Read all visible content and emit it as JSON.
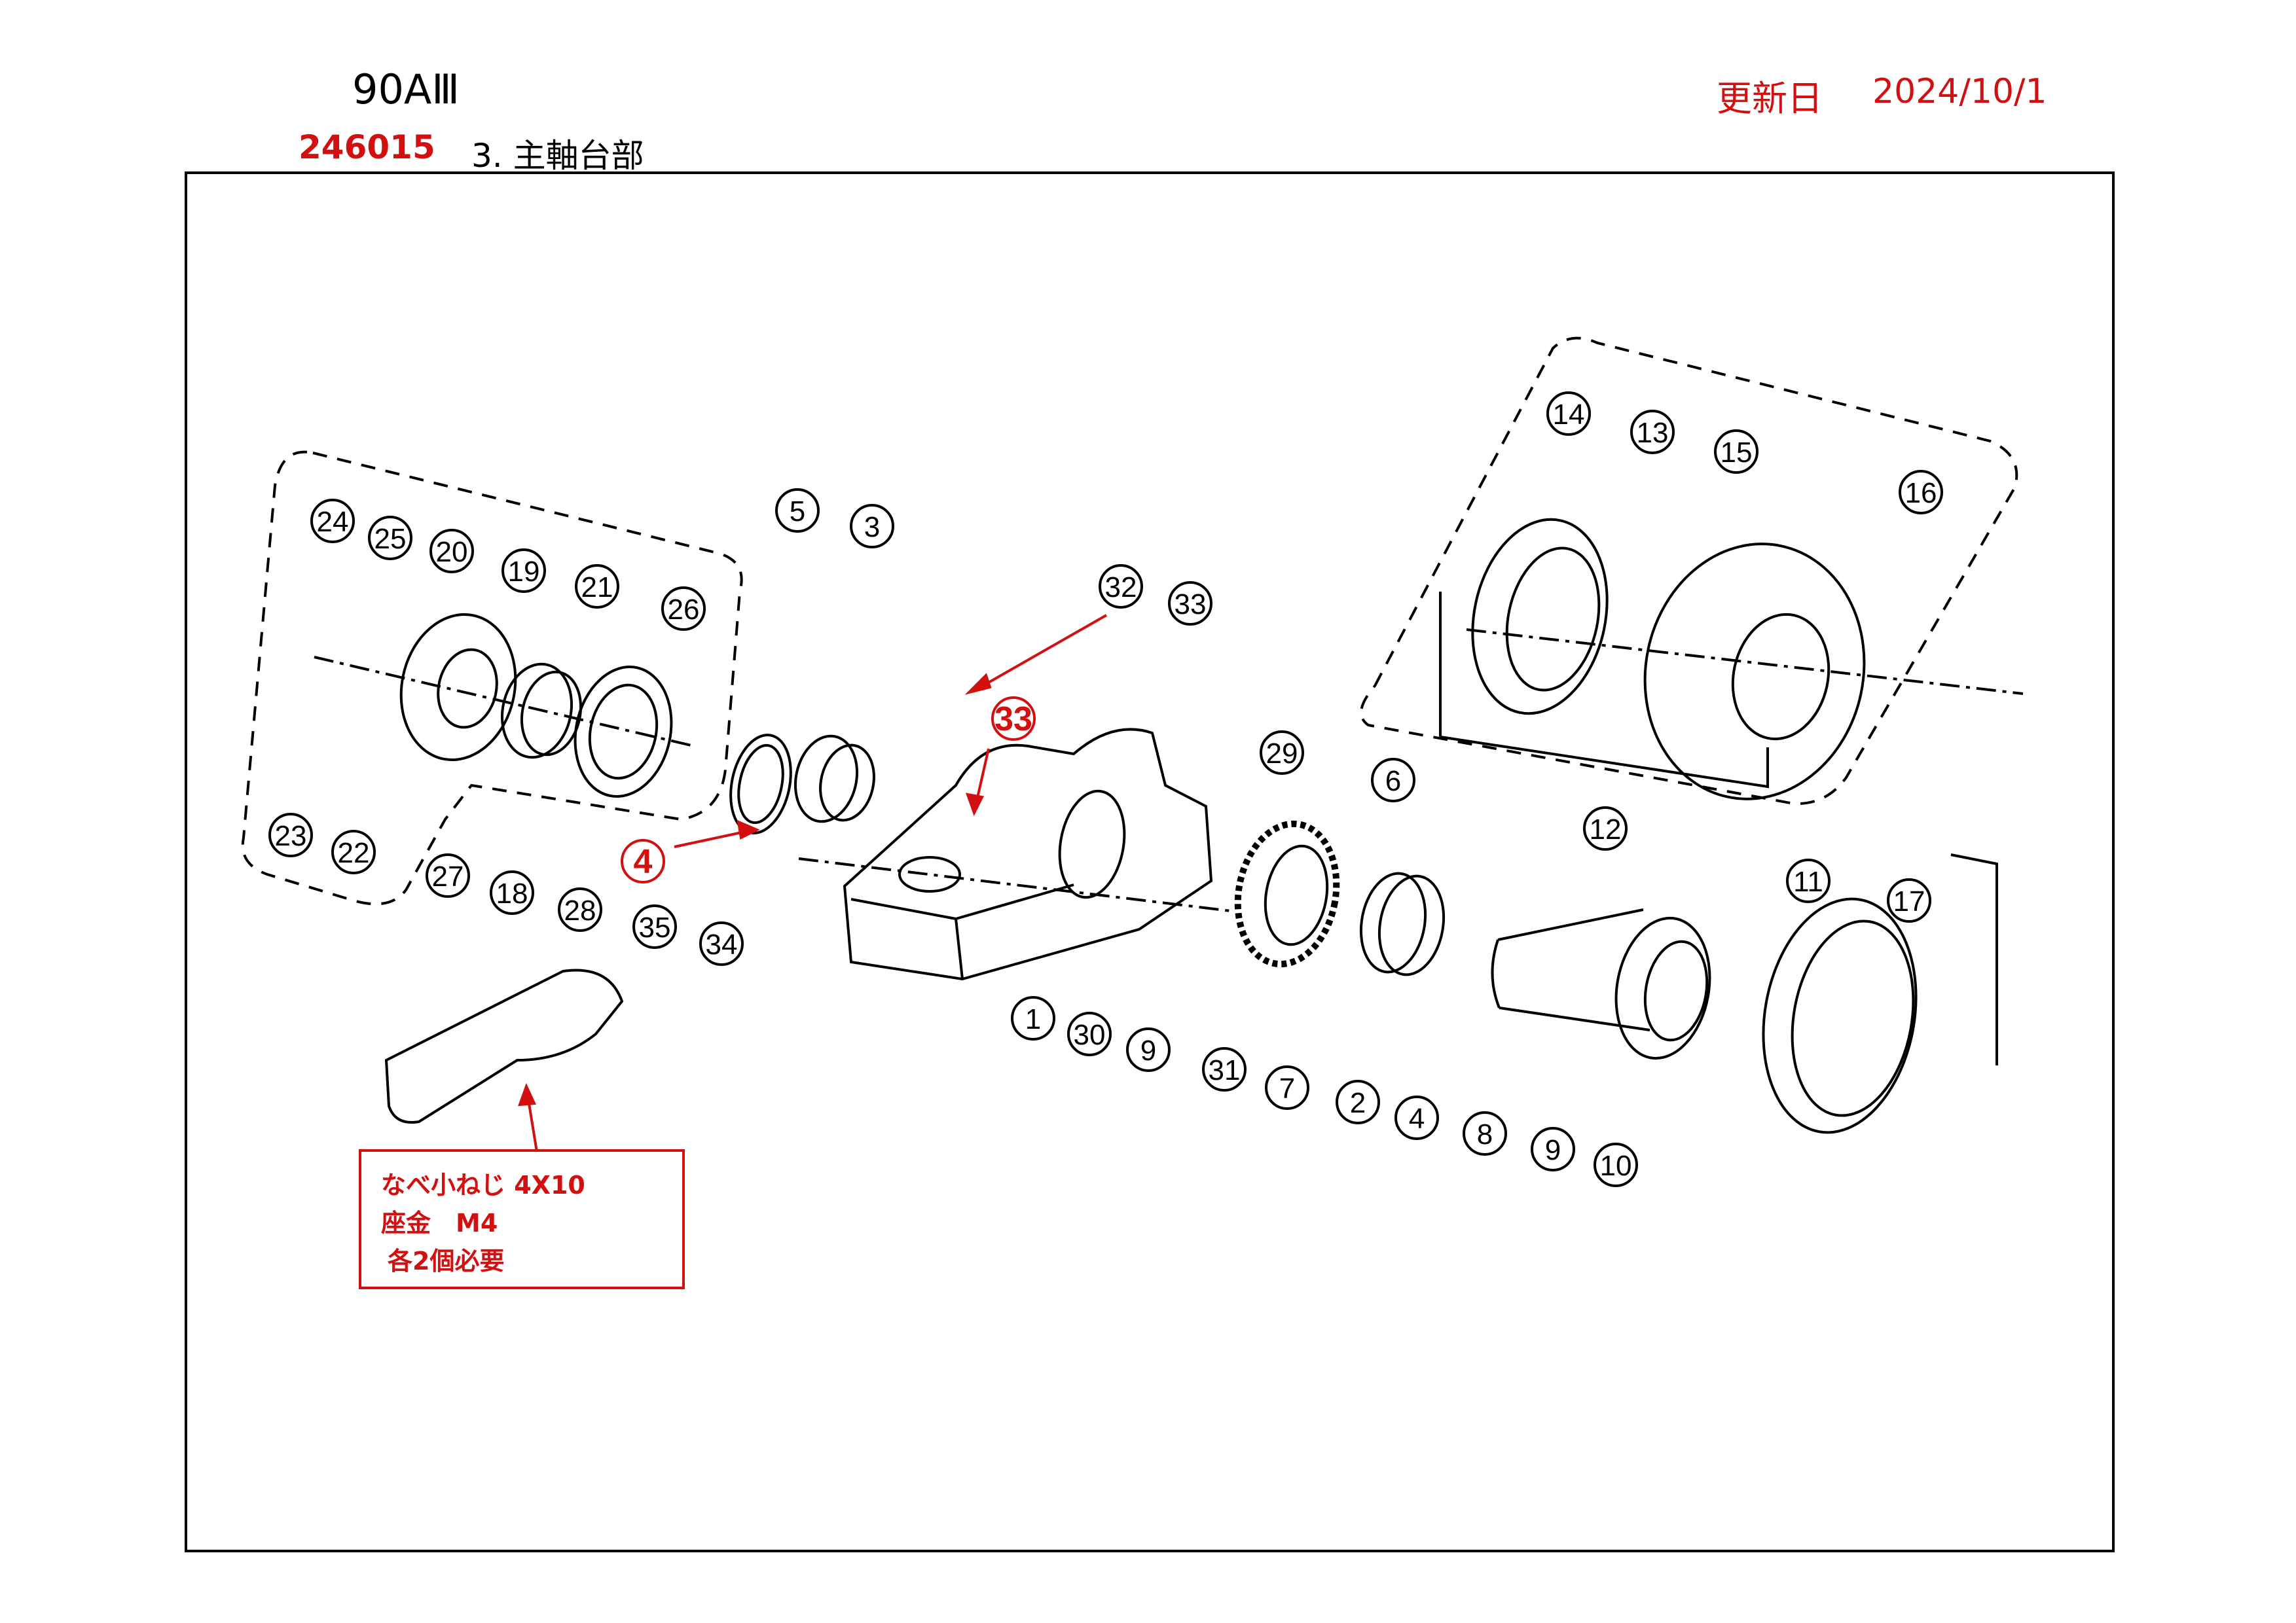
{
  "header": {
    "model": "90AⅢ",
    "part_code": "246015",
    "section": "3. 主軸台部",
    "updated_label": "更新日",
    "updated_date": "2024/10/1"
  },
  "note": {
    "line1": "なべ小ねじ 4X10",
    "line2": "座金　M4",
    "line3": "各2個必要"
  },
  "parts": [
    "1",
    "2",
    "3",
    "4",
    "5",
    "6",
    "7",
    "8",
    "9",
    "10",
    "11",
    "12",
    "13",
    "14",
    "15",
    "16",
    "17",
    "18",
    "19",
    "20",
    "21",
    "22",
    "23",
    "24",
    "25",
    "26",
    "27",
    "28",
    "29",
    "30",
    "31",
    "32",
    "33",
    "34",
    "35"
  ],
  "highlight_parts": [
    "4",
    "33"
  ],
  "colors": {
    "highlight": "#d21010",
    "line": "#000000"
  }
}
